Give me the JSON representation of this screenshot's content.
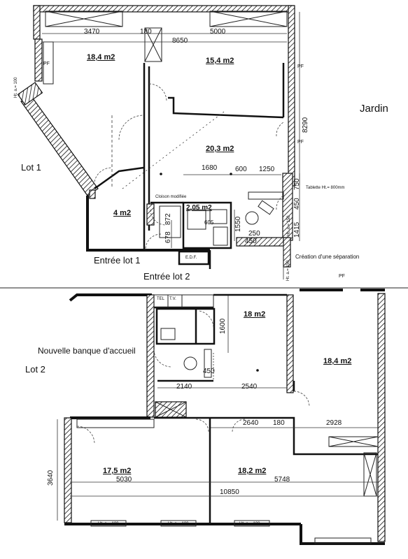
{
  "labels": {
    "jardin": "Jardin",
    "lot1": "Lot 1",
    "lot2": "Lot 2",
    "entree_lot1": "Entrée lot 1",
    "entree_lot2": "Entrée lot 2",
    "banque": "Nouvelle banque d'accueil",
    "separation": "Création d'une séparation",
    "tablette": "Tablette Ht.= 800mm",
    "cloison": "Cloison modifiée",
    "edf": "E.D.F.",
    "tel": "TEL",
    "tv": "T.V.",
    "pf": "PF",
    "ht100": "Ht. a.= 100",
    "ht150": "Ht. a.= 150"
  },
  "areas": {
    "a1": "18,4 m2",
    "a2": "15,4 m2",
    "a3": "20,3 m2",
    "a4": "4 m2",
    "a5": "2,05 m2",
    "b1": "18 m2",
    "b2": "18,4 m2",
    "b3": "17,5 m2",
    "b4": "18,2 m2"
  },
  "dims": {
    "d3470": "3470",
    "d180a": "180",
    "d5000": "5000",
    "d8650": "8650",
    "d8290": "8290",
    "d1680": "1680",
    "d600": "600",
    "d1250": "1250",
    "d750": "750",
    "d450a": "450",
    "d1415": "1415",
    "d872": "872",
    "d678": "678",
    "d605": "605",
    "d1550": "1550",
    "d250": "250",
    "d450b": "450",
    "d1600": "1600",
    "d450c": "450",
    "d2140": "2140",
    "d2540": "2540",
    "d2640": "2640",
    "d180b": "180",
    "d2928": "2928",
    "d3640": "3640",
    "d5030": "5030",
    "d5748": "5748",
    "d10850": "10850"
  }
}
